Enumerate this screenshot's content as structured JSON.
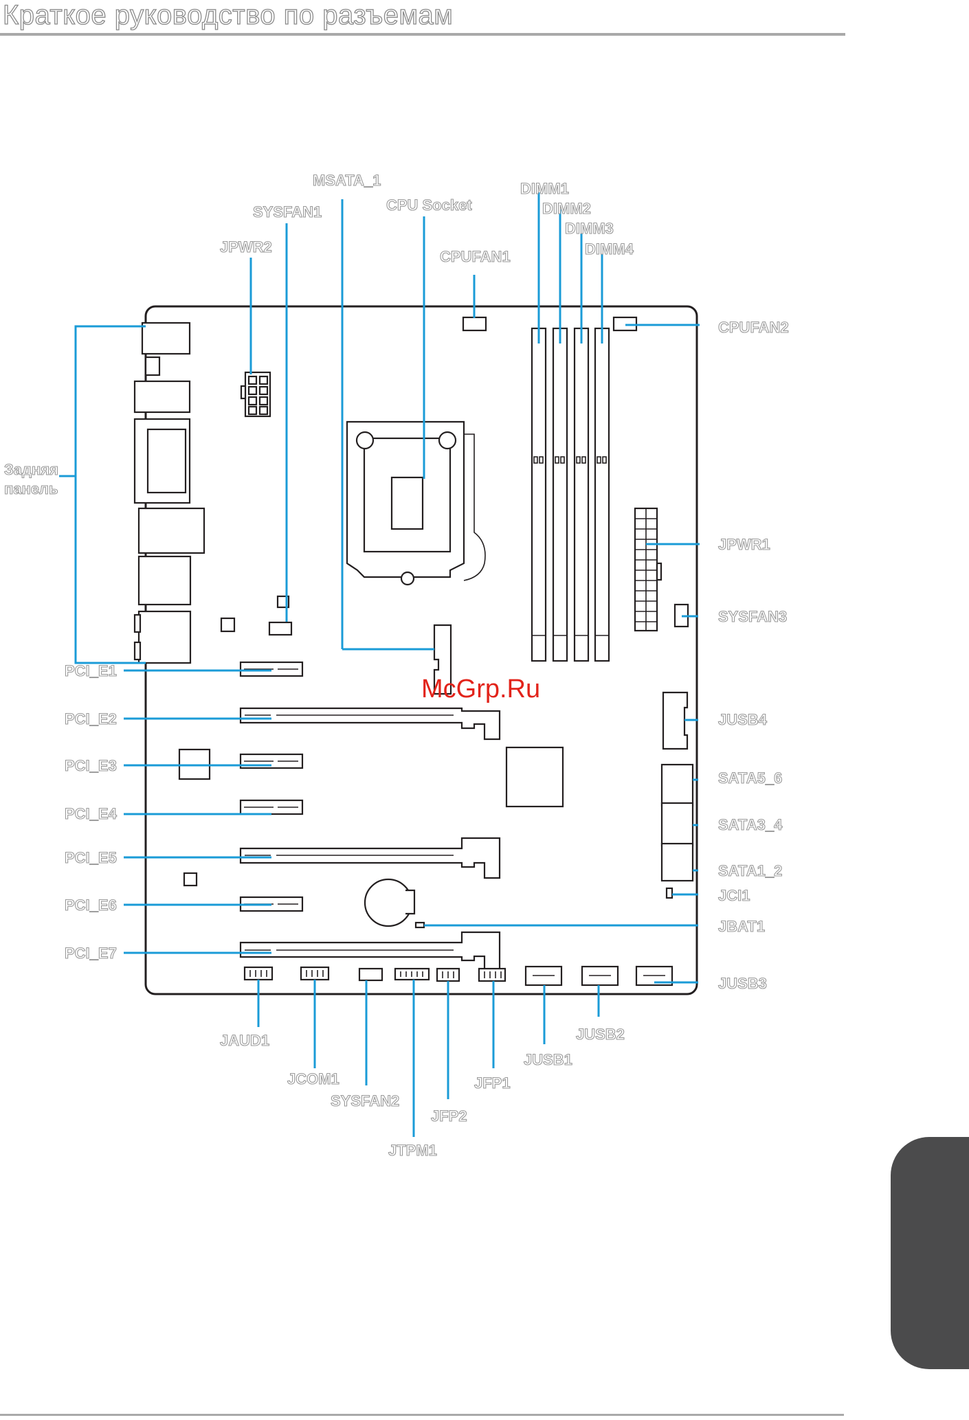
{
  "page": {
    "title": "Краткое руководство по разъемам",
    "watermark": "McGrp.Ru"
  },
  "labels": {
    "msata_1": "MSATA_1",
    "sysfan1": "SYSFAN1",
    "cpu_socket": "CPU Socket",
    "jpwr2": "JPWR2",
    "cpufan1": "CPUFAN1",
    "dimm1": "DIMM1",
    "dimm2": "DIMM2",
    "dimm3": "DIMM3",
    "dimm4": "DIMM4",
    "cpufan2": "CPUFAN2",
    "rear_panel_line1": "Задняя",
    "rear_panel_line2": "панель",
    "jpwr1": "JPWR1",
    "sysfan3": "SYSFAN3",
    "pci_e1": "PCI_E1",
    "pci_e2": "PCI_E2",
    "pci_e3": "PCI_E3",
    "pci_e4": "PCI_E4",
    "pci_e5": "PCI_E5",
    "pci_e6": "PCI_E6",
    "pci_e7": "PCI_E7",
    "jusb4": "JUSB4",
    "sata5_6": "SATA5_6",
    "sata3_4": "SATA3_4",
    "sata1_2": "SATA1_2",
    "jci1": "JCI1",
    "jbat1": "JBAT1",
    "jusb3": "JUSB3",
    "jaud1": "JAUD1",
    "jcom1": "JCOM1",
    "sysfan2": "SYSFAN2",
    "jtpm1": "JTPM1",
    "jfp2": "JFP2",
    "jfp1": "JFP1",
    "jusb1": "JUSB1",
    "jusb2": "JUSB2"
  },
  "colors": {
    "leader_line": "#1a9bd7",
    "outline": "#231f20",
    "side_tab": "#4b4b4c",
    "watermark": "#e2231a"
  }
}
